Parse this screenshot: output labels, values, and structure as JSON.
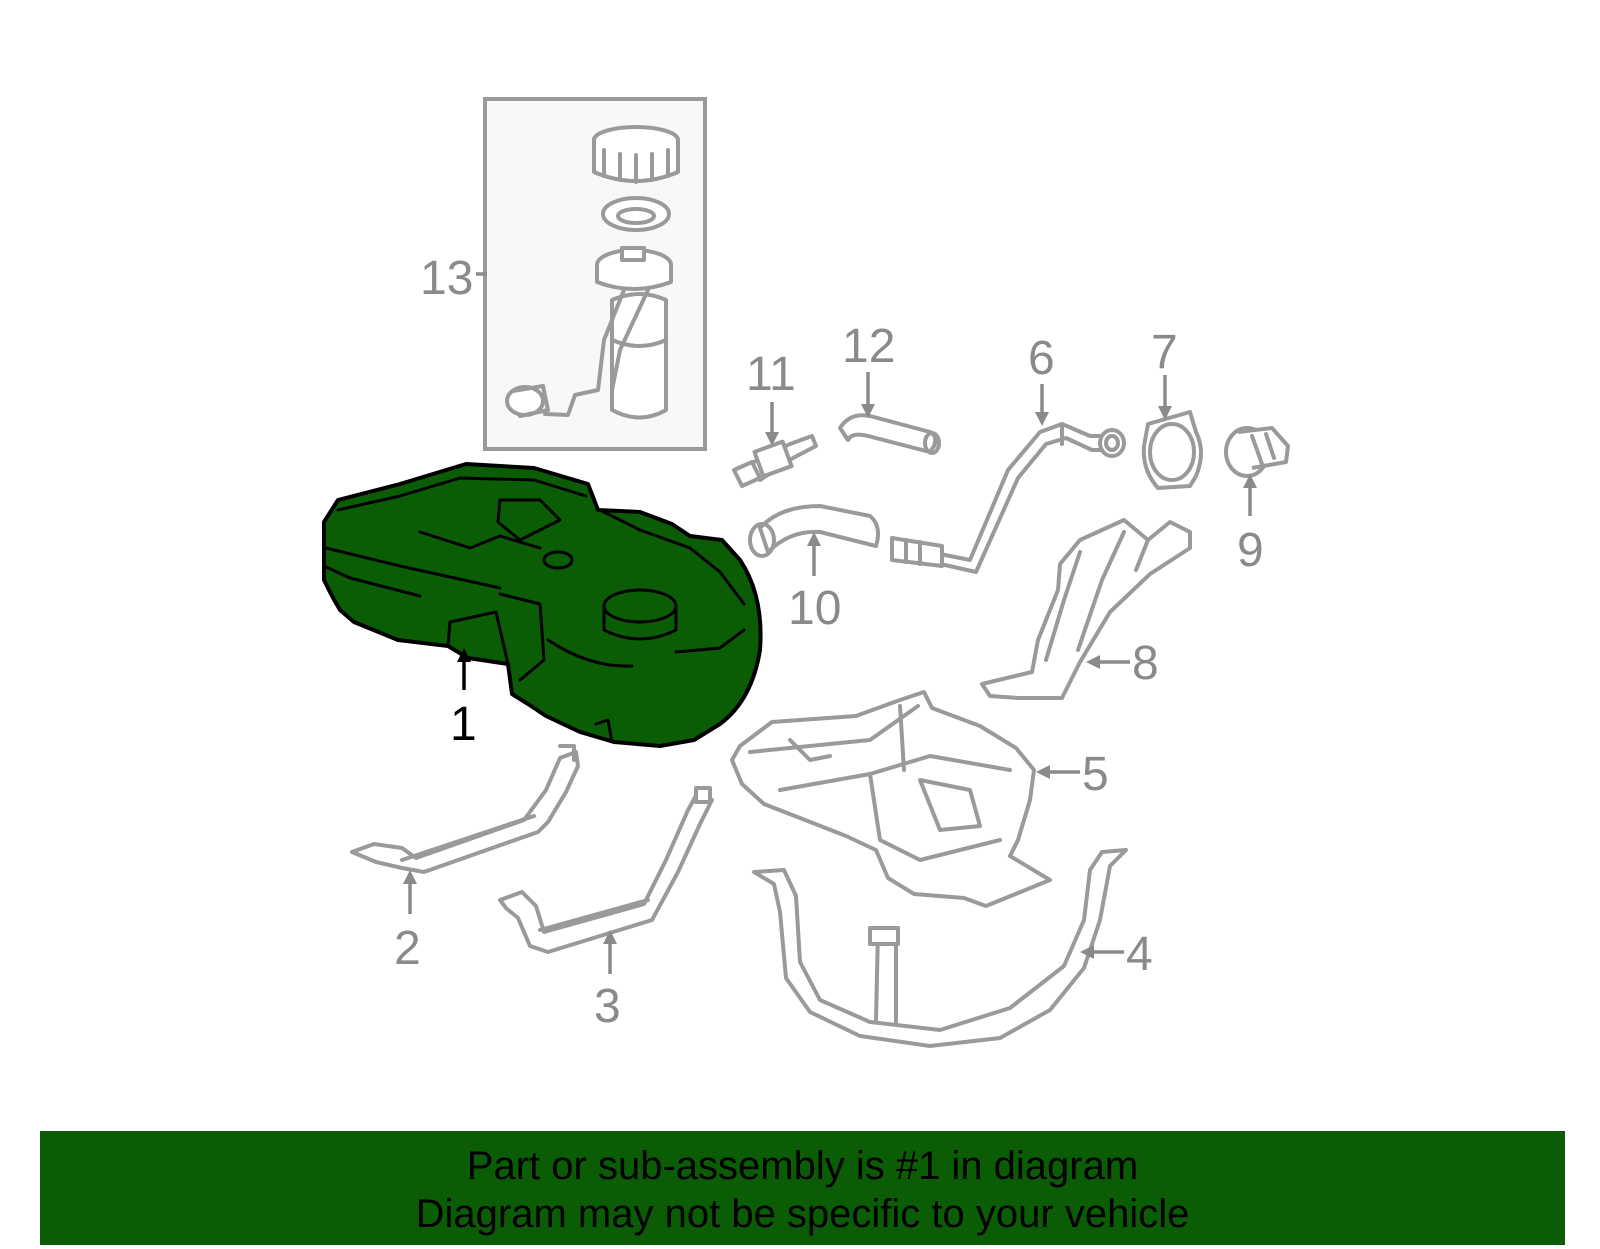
{
  "banner": {
    "line1": "Part or sub-assembly is #1 in diagram",
    "line2": "Diagram may not be specific to your vehicle"
  },
  "highlight_color": "#0b5d05",
  "callouts": {
    "c1": "1",
    "c2": "2",
    "c3": "3",
    "c4": "4",
    "c5": "5",
    "c6": "6",
    "c7": "7",
    "c8": "8",
    "c9": "9",
    "c10": "10",
    "c11": "11",
    "c12": "12",
    "c13": "13"
  },
  "highlighted_part": "1"
}
